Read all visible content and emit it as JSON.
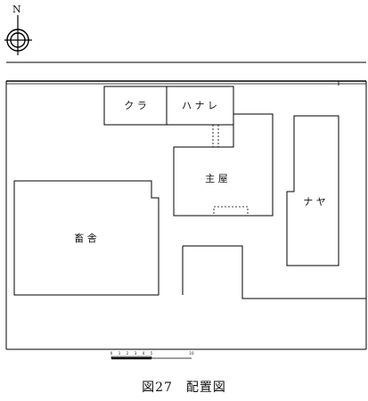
{
  "compass": {
    "north_label": "N",
    "icon": "north-arrow-compass"
  },
  "buildings": {
    "kura": "ク ラ",
    "hanare": "ハ ナ レ",
    "omoya": "主 屋",
    "naya": "ナ ヤ",
    "chikusha": "畜 舎"
  },
  "scale_bar": {
    "ticks": [
      "0",
      "1",
      "2",
      "3",
      "4",
      "5",
      "10"
    ]
  },
  "caption": "図27　配置図"
}
